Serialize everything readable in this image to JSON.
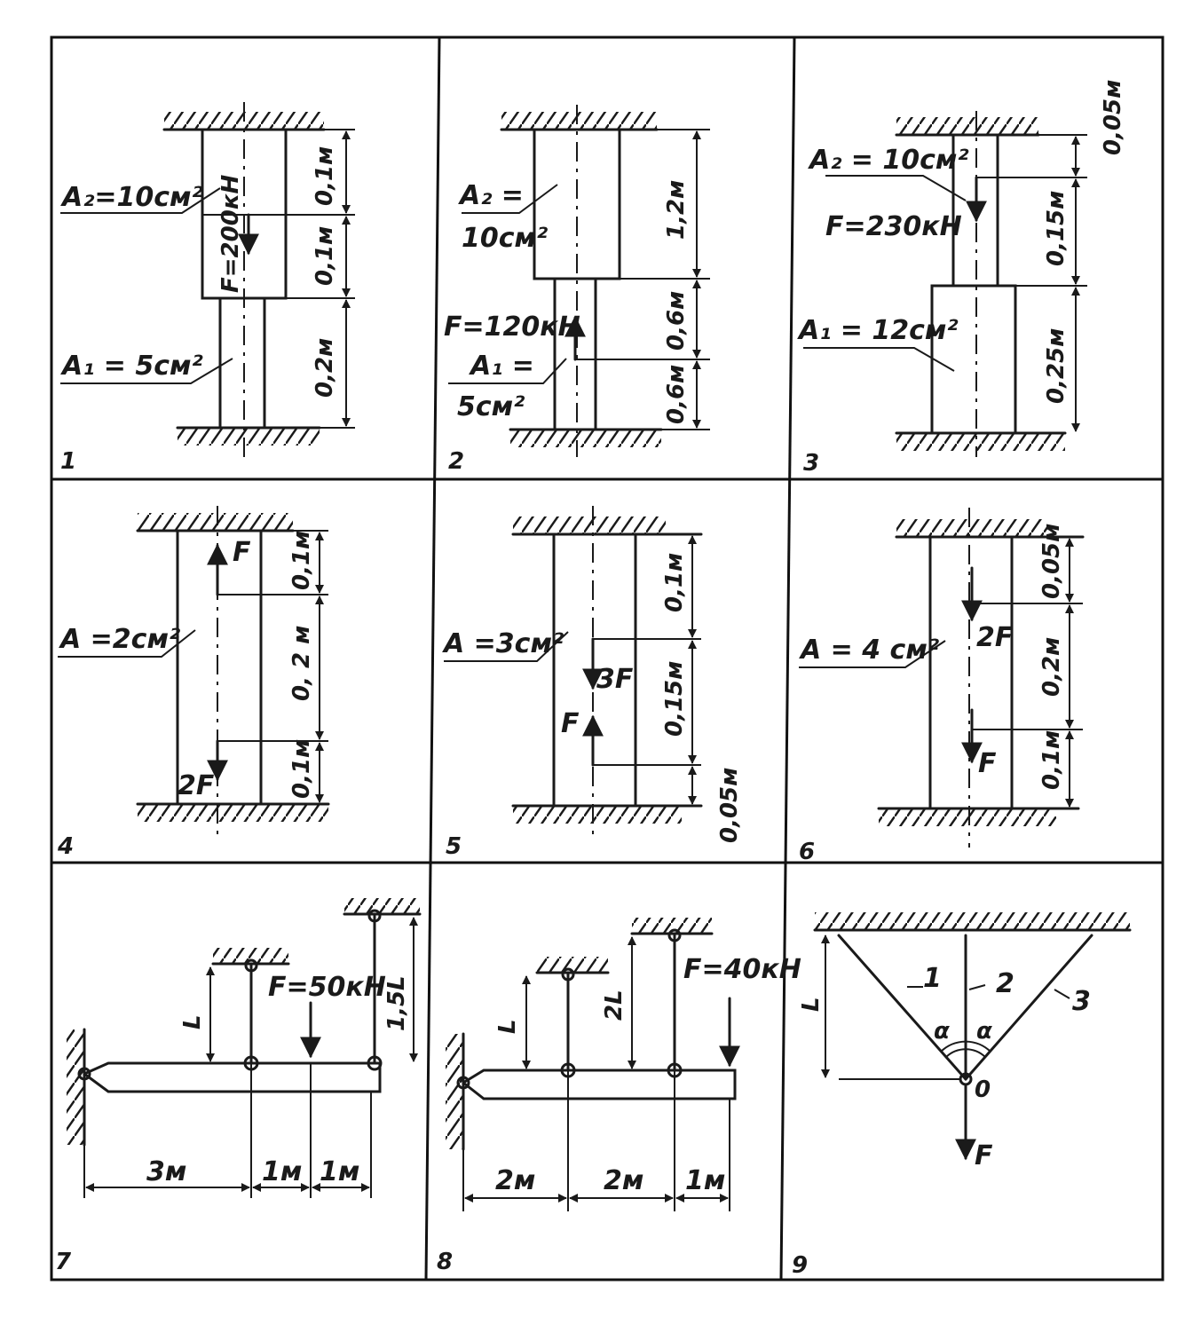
{
  "panels": [
    {
      "number": "1",
      "labels": {
        "a2": "A₂=10см²",
        "a1": "A₁ = 5см²",
        "f": "F=200кН",
        "d1": "0,1м",
        "d2": "0,1м",
        "d3": "0,2м"
      }
    },
    {
      "number": "2",
      "labels": {
        "a2_top": "A₂ =",
        "a2_bot": "10см²",
        "f": "F=120кН",
        "a1_top": "A₁ =",
        "a1_bot": "5см²",
        "d1": "1,2м",
        "d2": "0,6м",
        "d3": "0,6м"
      }
    },
    {
      "number": "3",
      "labels": {
        "a2": "A₂ = 10см²",
        "f": "F=230кН",
        "a1": "A₁ = 12см²",
        "d0": "0,05м",
        "d1": "0,15м",
        "d2": "0,25м"
      }
    },
    {
      "number": "4",
      "labels": {
        "a": "A =2см²",
        "f_top": "F",
        "f_bot": "2F",
        "d1": "0,1м",
        "d2": "0, 2 м",
        "d3": "0,1м"
      }
    },
    {
      "number": "5",
      "labels": {
        "a": "A =3см²",
        "f3": "3F",
        "f": "F",
        "d1": "0,1м",
        "d2": "0,15м",
        "d3": "0,05м"
      }
    },
    {
      "number": "6",
      "labels": {
        "a": "A = 4 см²",
        "f2": "2F",
        "f": "F",
        "d1": "0,05м",
        "d2": "0,2м",
        "d3": "0,1м"
      }
    },
    {
      "number": "7",
      "labels": {
        "f": "F=50кН",
        "l": "L",
        "l15": "1,5L",
        "d1": "3м",
        "d2": "1м",
        "d3": "1м"
      }
    },
    {
      "number": "8",
      "labels": {
        "f": "F=40кН",
        "l": "L",
        "l2": "2L",
        "d1": "2м",
        "d2": "2м",
        "d3": "1м"
      }
    },
    {
      "number": "9",
      "labels": {
        "l": "L",
        "r1": "1",
        "r2": "2",
        "r3": "3",
        "alpha1": "α",
        "alpha2": "α",
        "o": "0",
        "f": "F"
      }
    }
  ]
}
